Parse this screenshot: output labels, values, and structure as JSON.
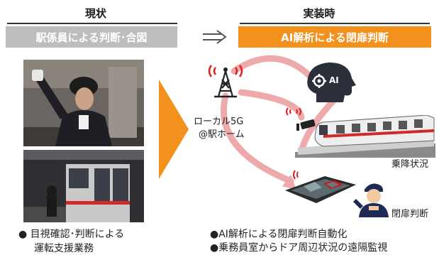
{
  "current": {
    "header": "現状",
    "box_label": "駅係員による判断･合図",
    "bullet_lines": [
      "●  目視確認･判断による",
      "運転支援業務"
    ]
  },
  "future": {
    "header": "実装時",
    "box_label": "AI解析による閉扉判断",
    "bullets": [
      "●AI解析による閉扉判断自動化",
      "●乗務員室からドア周辺状況の遠隔監視"
    ]
  },
  "labels": {
    "network_line1": "ローカル5G",
    "network_line2": "@駅ホーム",
    "boarding": "乗降状況",
    "door_decision": "閉扉判断",
    "ai": "AI"
  },
  "icons": {
    "transition_arrow": "double-right-arrow-icon",
    "network_tower": "antenna-tower-icon",
    "ai_head": "ai-head-icon",
    "camera": "camera-icon",
    "train": "train-icon",
    "tablet": "tablet-monitor-icon",
    "conductor": "conductor-icon"
  },
  "colors": {
    "accent_orange": "#f2911d",
    "gray_box": "#bdbdbd",
    "link_pink": "#eeaaaa",
    "signal_red": "#e02020"
  }
}
